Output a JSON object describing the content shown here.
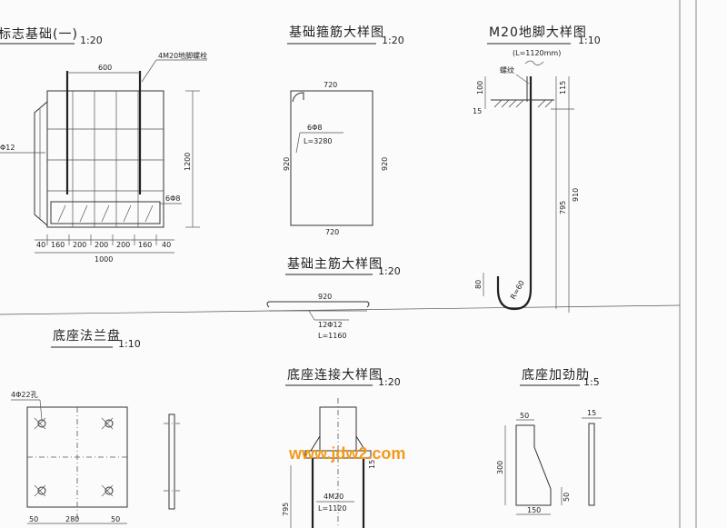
{
  "titles": {
    "foundation": "标志基础(一)",
    "foundation_scale": "1:20",
    "stirrup": "基础箍筋大样图",
    "stirrup_scale": "1:20",
    "bolt": "M20地脚大样图",
    "bolt_scale": "1:10",
    "mainbar": "基础主筋大样图",
    "mainbar_scale": "1:20",
    "flange": "底座法兰盘",
    "flange_scale": "1:10",
    "connect": "底座连接大样图",
    "connect_scale": "1:20",
    "rib": "底座加劲肋",
    "rib_scale": "1:5"
  },
  "foundation": {
    "top_dim": "600",
    "bolt_label": "4M20地脚螺栓",
    "rebar_label": "Φ12",
    "stirrup_label": "6Φ8",
    "height_dim": "1200",
    "seg_dims": [
      "40",
      "160",
      "200",
      "200",
      "200",
      "160",
      "40"
    ],
    "total_dim": "1000"
  },
  "stirrup": {
    "top_dim": "720",
    "bottom_dim": "720",
    "left_dim": "920",
    "right_dim": "920",
    "bar_label": "6Φ8",
    "length_label": "L=3280"
  },
  "bolt": {
    "length_note": "(L=1120mm)",
    "thread_label": "螺纹",
    "dim_100": "100",
    "dim_15": "15",
    "dim_115": "115",
    "dim_910": "910",
    "dim_795": "795",
    "dim_80": "80",
    "radius_label": "R=60"
  },
  "mainbar": {
    "length_dim": "920",
    "bar_label": "12Φ12",
    "length_label": "L=1160"
  },
  "flange": {
    "hole_label": "4Φ22孔",
    "dims": [
      "50",
      "280",
      "50"
    ]
  },
  "connect": {
    "bolt_label": "4M20",
    "length_label": "L=1120",
    "dim_795": "795",
    "dim_15": "15"
  },
  "rib": {
    "dim_50top": "50",
    "dim_15": "15",
    "dim_300": "300",
    "dim_50side": "50",
    "dim_150": "150"
  },
  "watermark": "www.jdw2.com"
}
